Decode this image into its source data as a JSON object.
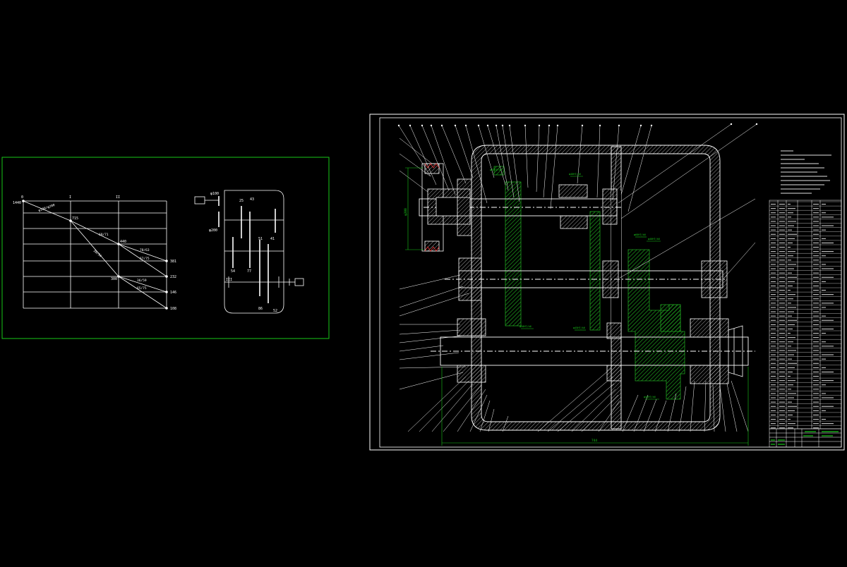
{
  "colors": {
    "background": "#000000",
    "line": "#ffffff",
    "green": "#19c819",
    "hatch": "#1fa01f",
    "frame_left": "#19c819"
  },
  "speed_chart": {
    "shaft_labels": [
      "0",
      "I",
      "II"
    ],
    "input_label": "1440",
    "nodes": [
      "715",
      "440",
      "300"
    ],
    "ratio_labels": [
      "φ100/φ200",
      "69/71",
      "38/54",
      "78/63",
      "67/75",
      "36/59",
      "65/75"
    ],
    "outputs": [
      "381",
      "232",
      "146",
      "108"
    ]
  },
  "kinematic_scheme": {
    "pulley_top": "φ100",
    "pulley_bottom": "φ200",
    "gear_labels": [
      "25",
      "43",
      "54",
      "77",
      "51",
      "41",
      "86",
      "52"
    ],
    "shaft_roman": "III"
  },
  "assembly": {
    "overall_dim": "744",
    "left_dim": "φ200",
    "fit_labels": [
      "φ40H7/k6",
      "φ35H7/k6",
      "φ40H7/k6",
      "φ50H7/k6",
      "φ45H7/k6",
      "φ40H7/k6",
      "φ60H7/k6"
    ]
  }
}
